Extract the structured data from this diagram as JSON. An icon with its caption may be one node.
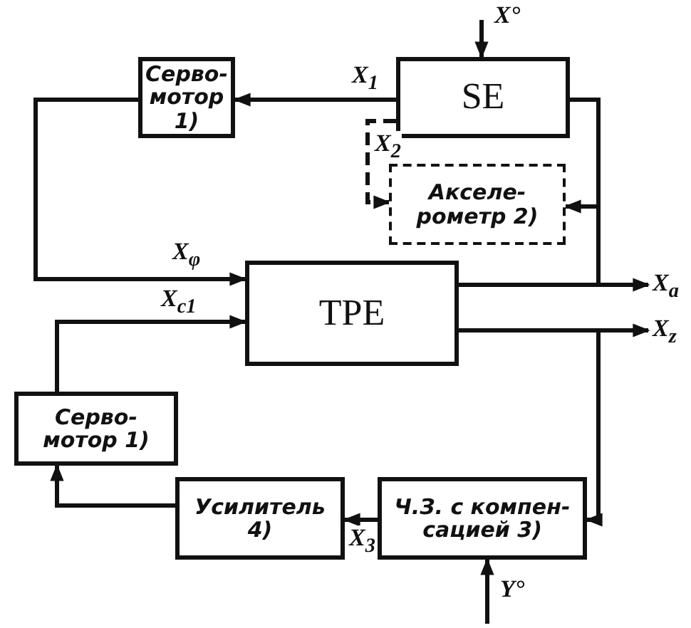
{
  "diagram": {
    "nodes": [
      {
        "text": [
          "Серво- мотор 1)"
        ]
      },
      {
        "text": [
          "SE"
        ]
      },
      {
        "text": [
          "Акселе- рометр 2)"
        ]
      },
      {
        "text": [
          "TPE"
        ]
      },
      {
        "text": [
          "Серво- мотор 1)"
        ]
      },
      {
        "text": [
          "Усилитель 4)"
        ]
      },
      {
        "text": [
          "Ч.З. с компен- сацией 3)"
        ]
      }
    ],
    "edges": [
      {
        "from": 1,
        "to": 0,
        "arrow": "to",
        "label": "X$_{1}$"
      },
      {
        "from": 1,
        "to": 2,
        "arrow": "to",
        "label": "X$_{2}$",
        "style": "dashed"
      },
      {
        "from": 0,
        "to": 3,
        "arrow": "to",
        "label": "X$_{φ}$"
      },
      {
        "from": 3,
        "to": 1,
        "arrow": "none"
      },
      {
        "from": 3,
        "to": 2,
        "arrow": "to"
      },
      {
        "from": 3,
        "to": null,
        "arrow": "to",
        "label": "X$_{a}$"
      },
      {
        "from": 3,
        "to": null,
        "arrow": "to",
        "label": "X$_{z}$"
      },
      {
        "from": 3,
        "to": 6,
        "arrow": "to"
      },
      {
        "from": 6,
        "to": 5,
        "arrow": "to",
        "label": "X$_{3}$"
      },
      {
        "from": 5,
        "to": 4,
        "arrow": "to"
      },
      {
        "from": 4,
        "to": 3,
        "arrow": "to",
        "label": "X$_{c1}$"
      },
      {
        "from": null,
        "to": 1,
        "arrow": "to",
        "label": "X°"
      },
      {
        "from": null,
        "to": 6,
        "arrow": "to",
        "label": "Y°"
      }
    ]
  }
}
